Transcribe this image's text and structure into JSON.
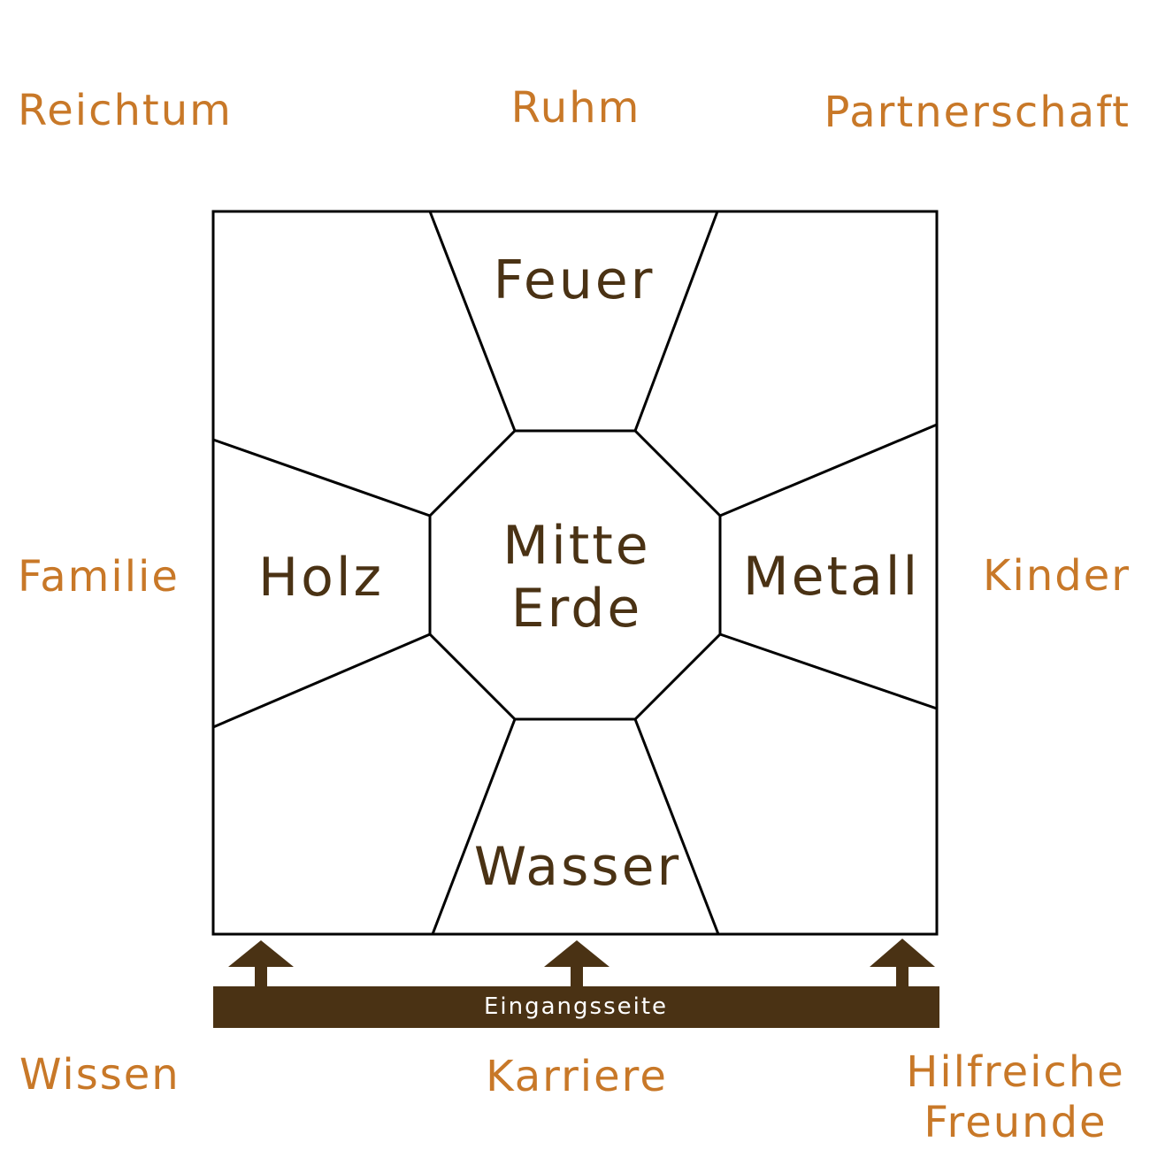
{
  "colors": {
    "area_text": "#c87828",
    "element_text": "#4a3214",
    "outline": "#000000",
    "entrance_bar": "#4a3214",
    "entrance_text": "#ffffff"
  },
  "areas": {
    "top_left": "Reichtum",
    "top_center": "Ruhm",
    "top_right": "Partnerschaft",
    "middle_left": "Familie",
    "middle_right": "Kinder",
    "bottom_left": "Wissen",
    "bottom_center": "Karriere",
    "bottom_right_line1": "Hilfreiche",
    "bottom_right_line2": "Freunde"
  },
  "elements": {
    "top": "Feuer",
    "left": "Holz",
    "center_line1": "Mitte",
    "center_line2": "Erde",
    "right": "Metall",
    "bottom": "Wasser"
  },
  "entrance": {
    "label": "Eingangsseite"
  }
}
